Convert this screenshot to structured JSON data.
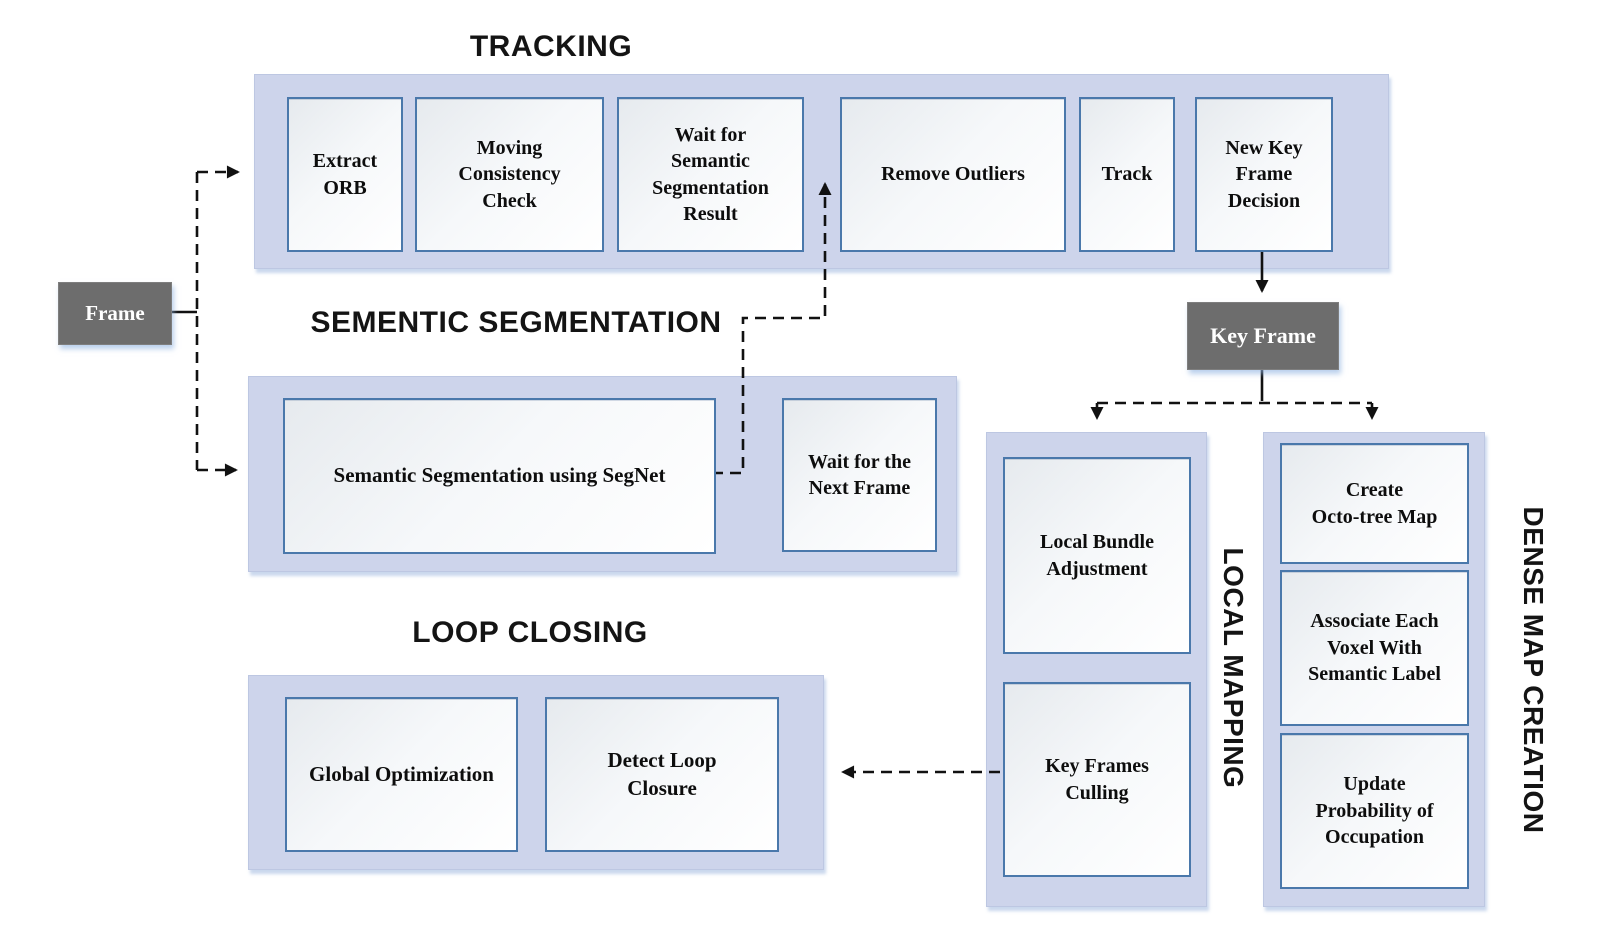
{
  "diagram": {
    "colors": {
      "band_fill": "#cdd4eb",
      "band_border": "#bdc7e2",
      "box_border": "#4a78ab",
      "dark_fill": "#6d6d6d",
      "arrow": "#111111"
    },
    "io_nodes": {
      "frame": "Frame",
      "key_frame": "Key Frame"
    },
    "sections": {
      "tracking": {
        "title": "TRACKING",
        "nodes": {
          "extract_orb": "Extract\nORB",
          "moving_consistency_check": "Moving\nConsistency\nCheck",
          "wait_semantic_result": "Wait for\nSemantic\nSegmentation\nResult",
          "remove_outliers": "Remove Outliers",
          "track": "Track",
          "new_key_frame_decision": "New Key\nFrame\nDecision"
        }
      },
      "semantic_segmentation": {
        "title": "SEMENTIC SEGMENTATION",
        "nodes": {
          "segnet": "Semantic Segmentation using SegNet",
          "wait_next_frame": "Wait for the\nNext Frame"
        }
      },
      "loop_closing": {
        "title": "LOOP CLOSING",
        "nodes": {
          "global_optimization": "Global Optimization",
          "detect_loop_closure": "Detect Loop\nClosure"
        }
      },
      "local_mapping": {
        "title": "LOCAL MAPPING",
        "nodes": {
          "local_bundle_adjustment": "Local Bundle\nAdjustment",
          "key_frames_culling": "Key Frames\nCulling"
        }
      },
      "dense_map_creation": {
        "title": "DENSE MAP CREATION",
        "nodes": {
          "create_octotree_map": "Create\nOcto-tree Map",
          "associate_each_voxel": "Associate Each\nVoxel With\nSemantic Label",
          "update_probability": "Update\nProbability of\nOccupation"
        }
      }
    }
  }
}
